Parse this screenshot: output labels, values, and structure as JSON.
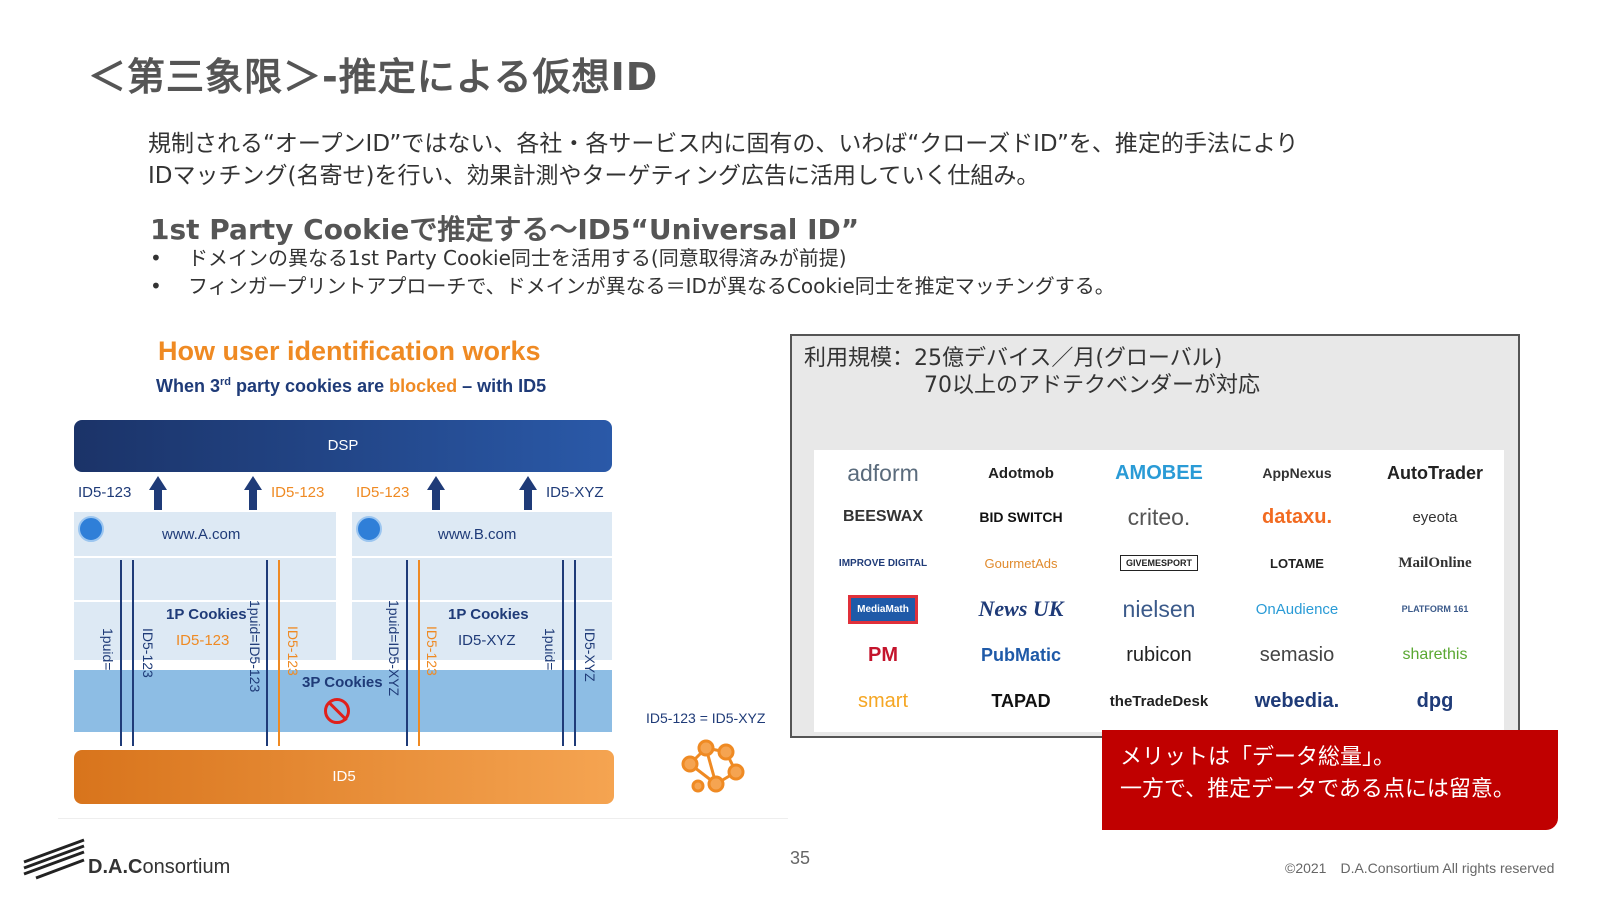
{
  "slide": {
    "title": "＜第三象限＞-推定による仮想ID",
    "description_line1": "規制される“オープンID”ではない、各社・各サービス内に固有の、いわば“クローズドID”を、推定的手法により",
    "description_line2": "IDマッチング(名寄せ)を行い、効果計測やターゲティング広告に活用していく仕組み。",
    "subheading": "1st Party Cookieで推定する～ID5“Universal ID”",
    "bullets": [
      "ドメインの異なる1st Party Cookie同士を活用する(同意取得済みが前提)",
      "フィンガープリントアプローチで、ドメインが異なる＝IDが異なるCookie同士を推定マッチングする。"
    ],
    "bullet_marker": "•"
  },
  "diagram": {
    "heading": "How user identification works",
    "sub_prefix": "When 3",
    "sub_sup": "rd",
    "sub_mid": " party cookies are ",
    "sub_blocked": "blocked",
    "sub_suffix": " – with ID5",
    "dsp_label": "DSP",
    "id5_label": "ID5",
    "up_labels": [
      "ID5-123",
      "ID5-123",
      "ID5-123",
      "ID5-XYZ"
    ],
    "site_a": "www.A.com",
    "site_b": "www.B.com",
    "cookies_1p_label": "1P Cookies",
    "cookies_a_value": "ID5-123",
    "cookies_b_value": "ID5-XYZ",
    "cookies_3p_label": "3P Cookies",
    "vertical_labels": [
      "1puid=",
      "ID5-123",
      "1puid=ID5-123",
      "ID5-123",
      "1puid=ID5-XYZ",
      "ID5-123",
      "1puid=",
      "ID5-XYZ"
    ],
    "equivalence": "ID5-123 = ID5-XYZ"
  },
  "scale": {
    "line1": "利用規模：25億デバイス／月(グローバル)",
    "line2": "70以上のアドテクベンダーが対応"
  },
  "vendors": [
    [
      "adform",
      "Adotmob",
      "AMOBEE",
      "AppNexus",
      "AutoTrader"
    ],
    [
      "BEESWAX",
      "BID SWITCH",
      "criteo.",
      "dataxu.",
      "eyeota"
    ],
    [
      "IMPROVE DIGITAL",
      "GourmetAds",
      "GIVEMESPORT",
      "LOTAME",
      "MailOnline"
    ],
    [
      "MediaMath",
      "News UK",
      "nielsen",
      "OnAudience",
      "PLATFORM 161"
    ],
    [
      "PM",
      "PubMatic",
      "rubicon",
      "semasio",
      "sharethis"
    ],
    [
      "smart",
      "TAPAD",
      "theTradeDesk",
      "webedia.",
      "dpg"
    ]
  ],
  "merit": {
    "line1": "メリットは「データ総量」。",
    "line2": "一方で、推定データである点には留意。"
  },
  "footer": {
    "page_number": "35",
    "copyright": "©2021　D.A.Consortium All rights reserved",
    "logo_text_bold": "D.A.C",
    "logo_text_rest": "onsortium"
  },
  "colors": {
    "navy": "#1f3b78",
    "orange": "#ef8a23",
    "red": "#c00000"
  }
}
